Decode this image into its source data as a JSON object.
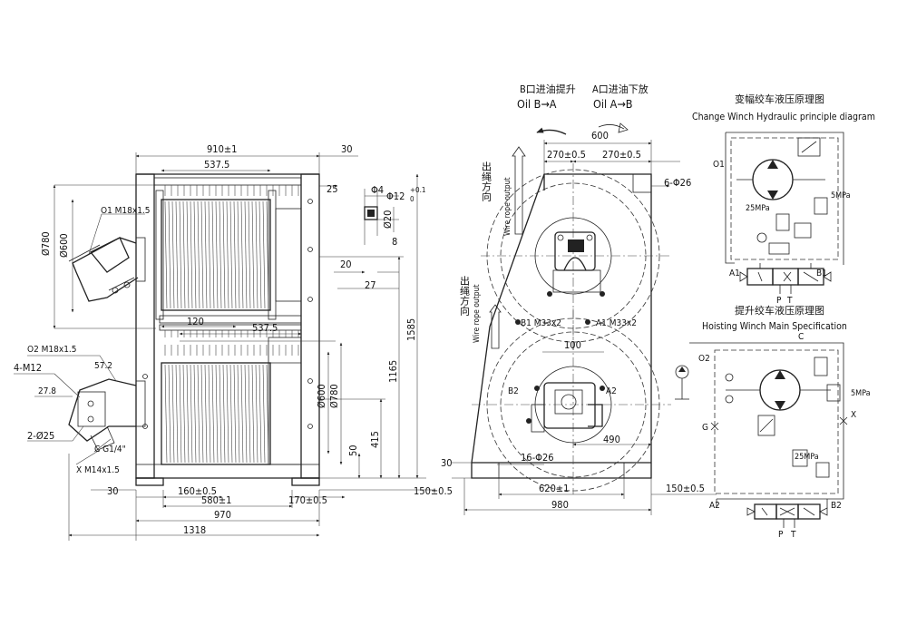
{
  "front_view": {
    "dims": {
      "overall_width": "910±1",
      "drum_length": "537.5",
      "top_right": "30",
      "flange_offset": "25",
      "dia_780_top": "Ø780",
      "dia_600_top": "Ø600",
      "mid_offset": "120",
      "drum_length_lower": "537.5",
      "dia_600_bottom": "Ø600",
      "dia_780_bottom": "Ø780",
      "h_1165": "1165",
      "h_1585": "1585",
      "h_415": "415",
      "h_50": "50",
      "foot_left": "30",
      "foot_pitch": "160±0.5",
      "foot_span": "580±1",
      "foot_right": "170±0.5",
      "frame_970": "970",
      "total_1318": "1318",
      "side_150": "150±0.5"
    },
    "ports": {
      "o1": "O1 M18x1.5",
      "o2": "O2 M18x1.5",
      "m12": "4-M12",
      "d57": "57.2",
      "d27": "27.8",
      "holes25": "2-Ø25",
      "cport": "C G1/4\"",
      "xport": "X M14x1.5"
    }
  },
  "key_detail": {
    "dia4": "Φ4",
    "dia12": "Φ12",
    "tol_plus": "+0.1",
    "tol_zero": "0",
    "d20v": "Ø20",
    "d8": "8",
    "d20h": "20",
    "d27": "27"
  },
  "side_view": {
    "oil_b_cn": "B口进油提升",
    "oil_b_en": "Oil B→A",
    "oil_a_cn": "A口进油下放",
    "oil_a_en": "Oil A→B",
    "dims": {
      "w600": "600",
      "w270a": "270±0.5",
      "w270b": "270±0.5",
      "holes_top": "6-Φ26",
      "ports_b1": "B1 M33x2",
      "ports_a1": "A1 M33x2",
      "d100": "100",
      "b2": "B2",
      "a2": "A2",
      "d490": "490",
      "holes_bottom": "16-Φ26",
      "d30": "30",
      "w620": "620±1",
      "side_150": "150±0.5",
      "w980": "980"
    },
    "rope_cn_upper": "出绳方向",
    "rope_en_upper": "Wire rope output",
    "rope_cn_lower": "出绳方向",
    "rope_en_lower": "Wire rope output"
  },
  "schematic_luffing": {
    "title_cn": "变幅绞车液压原理图",
    "title_en": "Change Winch Hydraulic principle diagram",
    "o1": "O1",
    "p5": "5MPa",
    "p25": "25MPa",
    "a1": "A1",
    "b1": "B1",
    "p": "P",
    "t": "T"
  },
  "schematic_hoisting": {
    "title_cn": "提升绞车液压原理图",
    "title_en": "Hoisting Winch Main Specification",
    "c": "C",
    "o2": "O2",
    "p5": "5MPa",
    "g": "G",
    "x": "X",
    "p25": "25MPa",
    "a2": "A2",
    "b2": "B2",
    "p": "P",
    "t": "T"
  }
}
